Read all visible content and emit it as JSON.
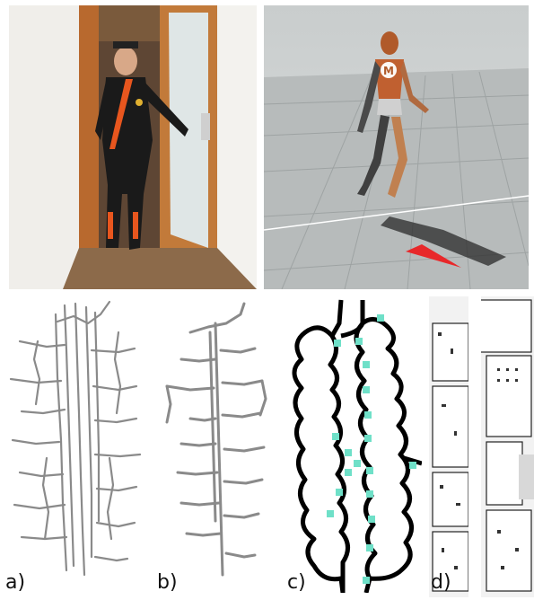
{
  "figure": {
    "panel_labels": [
      "a)",
      "b)",
      "c)",
      "d)"
    ],
    "avatar_badge": "M"
  },
  "colors": {
    "suit": "#1a1a1a",
    "suit_stripe": "#e8561e",
    "trajectory_gray": "#8a8a8a",
    "region_outline": "#000000",
    "node_cyan": "#6fe0c8",
    "direction_arrow": "#e8282a",
    "floor_light": "#e6e8e8",
    "floor_dark": "#9ea3a3"
  }
}
